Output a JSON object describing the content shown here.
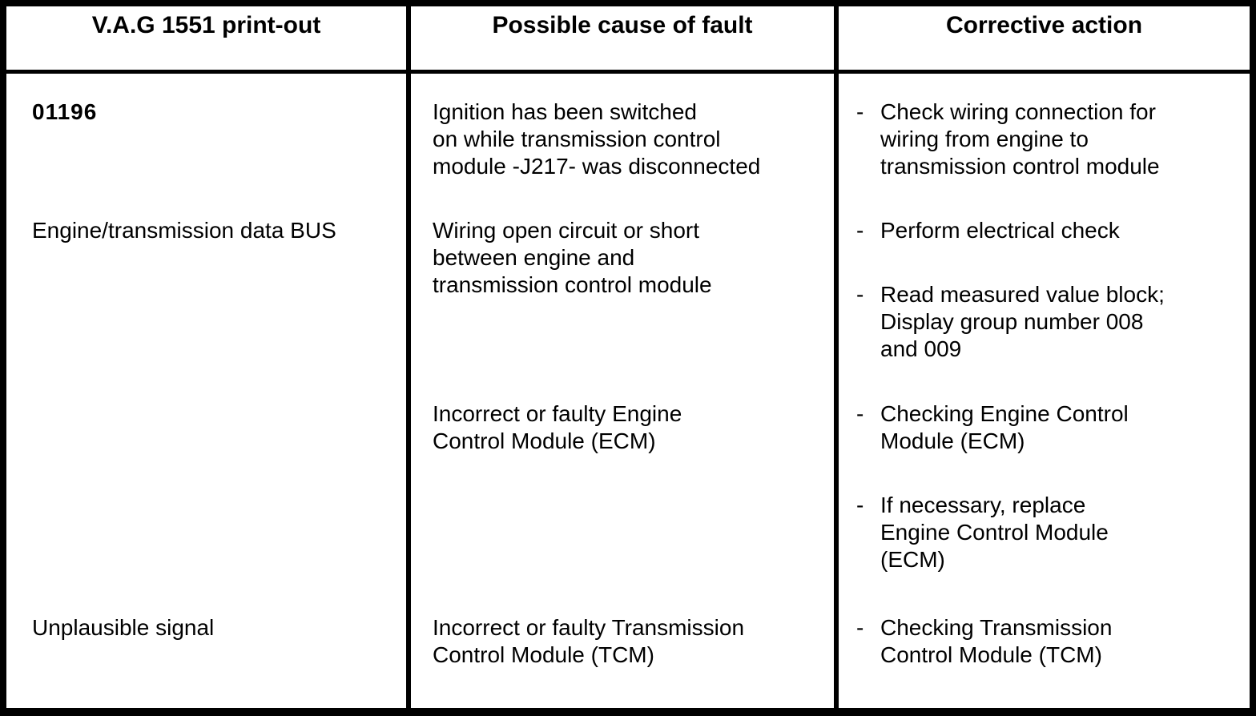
{
  "headers": [
    "V.A.G 1551 print-out",
    "Possible cause of fault",
    "Corrective action"
  ],
  "bullet": "-",
  "rows": [
    {
      "printout": "01196",
      "cause": [
        "Ignition has been switched",
        "on while transmission control",
        "module -J217- was disconnected"
      ],
      "actions": [
        [
          "Check wiring connection for",
          "wiring from engine to",
          "transmission control module"
        ]
      ]
    },
    {
      "printout": "Engine/transmission data BUS",
      "cause": [
        "Wiring open circuit or short",
        "between engine and",
        "transmission control module"
      ],
      "actions": [
        [
          "Perform electrical check"
        ],
        [
          "Read measured value block;",
          "Display group number 008",
          "and 009"
        ]
      ]
    },
    {
      "printout": "",
      "cause": [
        "Incorrect or faulty Engine",
        "Control Module (ECM)"
      ],
      "actions": [
        [
          "Checking Engine Control",
          "Module (ECM)"
        ],
        [
          "If necessary, replace",
          "Engine Control Module",
          "(ECM)"
        ]
      ]
    },
    {
      "printout": "Unplausible signal",
      "cause": [
        "Incorrect or faulty Transmission",
        "Control Module (TCM)"
      ],
      "actions": [
        [
          "Checking Transmission",
          "Control Module (TCM)"
        ]
      ]
    }
  ]
}
